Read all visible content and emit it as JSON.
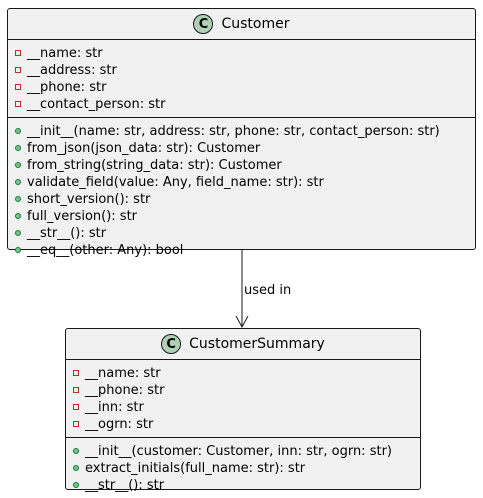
{
  "classes": [
    {
      "id": "customer",
      "badge": "C",
      "name": "Customer",
      "fields": [
        {
          "vis": "private",
          "text": "__name: str"
        },
        {
          "vis": "private",
          "text": "__address: str"
        },
        {
          "vis": "private",
          "text": "__phone: str"
        },
        {
          "vis": "private",
          "text": "__contact_person: str"
        }
      ],
      "methods": [
        {
          "vis": "public",
          "text": "__init__(name: str, address: str, phone: str, contact_person: str)"
        },
        {
          "vis": "public",
          "text": "from_json(json_data: str): Customer"
        },
        {
          "vis": "public",
          "text": "from_string(string_data: str): Customer"
        },
        {
          "vis": "public",
          "text": "validate_field(value: Any, field_name: str): str"
        },
        {
          "vis": "public",
          "text": "short_version(): str"
        },
        {
          "vis": "public",
          "text": "full_version(): str"
        },
        {
          "vis": "public",
          "text": "__str__(): str"
        },
        {
          "vis": "public",
          "text": "__eq__(other: Any): bool"
        }
      ]
    },
    {
      "id": "customer-summary",
      "badge": "C",
      "name": "CustomerSummary",
      "fields": [
        {
          "vis": "private",
          "text": "__name: str"
        },
        {
          "vis": "private",
          "text": "__phone: str"
        },
        {
          "vis": "private",
          "text": "__inn: str"
        },
        {
          "vis": "private",
          "text": "__ogrn: str"
        }
      ],
      "methods": [
        {
          "vis": "public",
          "text": "__init__(customer: Customer, inn: str, ogrn: str)"
        },
        {
          "vis": "public",
          "text": "extract_initials(full_name: str): str"
        },
        {
          "vis": "public",
          "text": "__str__(): str"
        }
      ]
    }
  ],
  "relation": {
    "from": "customer",
    "to": "customer-summary",
    "label": "used in"
  },
  "colors": {
    "box_fill": "#f1f1f1",
    "border": "#181818",
    "badge_fill": "#add1b2",
    "private_marker": "#c82930",
    "public_marker_border": "#038048",
    "public_marker_fill": "#84be84"
  }
}
